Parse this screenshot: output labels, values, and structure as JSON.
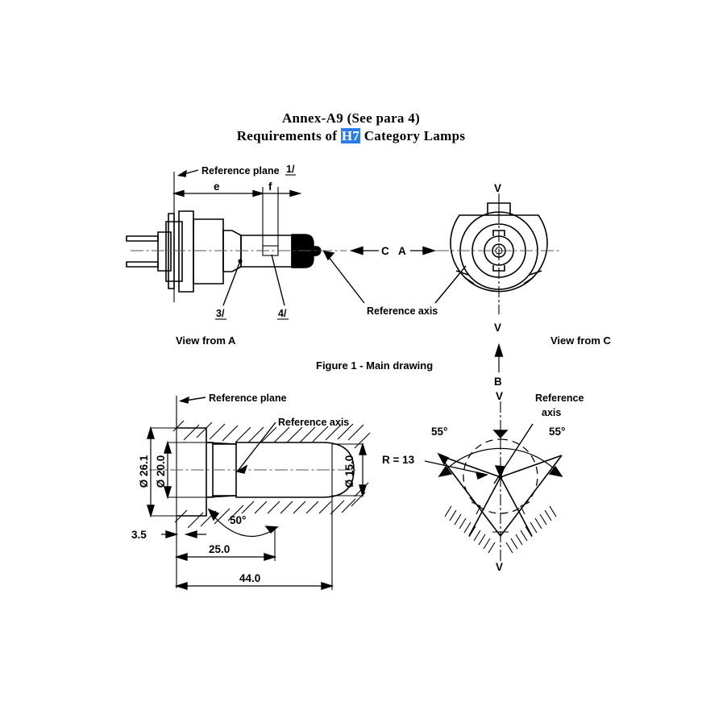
{
  "document": {
    "title_line1": "Annex-A9  (See para 4)",
    "title_line2_pre": "Requirements of ",
    "title_line2_highlight": "H7",
    "title_line2_post": " Category Lamps",
    "highlight_color": "#2a7de8",
    "background_color": "#ffffff",
    "line_color": "#000000"
  },
  "figure1": {
    "caption": "Figure 1 - Main drawing",
    "view_left_label": "View from A",
    "view_right_label": "View from C",
    "reference_plane_label": "Reference plane",
    "reference_axis_label": "Reference axis",
    "footnote_1": "1/",
    "footnote_3": "3/",
    "footnote_4": "4/",
    "dim_e": "e",
    "dim_f": "f",
    "axis_arrow_left": "C",
    "axis_arrow_right": "A",
    "marker_v_top": "V",
    "marker_v_bottom": "V",
    "marker_b": "B"
  },
  "figure_section": {
    "reference_plane_label": "Reference plane",
    "reference_axis_label": "Reference axis",
    "diameters": [
      {
        "name": "outer-flange-diameter",
        "value": "Ø 26.1"
      },
      {
        "name": "bore-diameter",
        "value": "Ø 20.0"
      },
      {
        "name": "bulb-envelope-diameter",
        "value": "Ø 15.0"
      }
    ],
    "linear_dims": [
      {
        "name": "flange-thickness",
        "value": "3.5"
      },
      {
        "name": "intermediate-length",
        "value": "25.0"
      },
      {
        "name": "overall-length",
        "value": "44.0"
      }
    ],
    "angle": "50°"
  },
  "figure_angles": {
    "reference_axis_label_line1": "Reference",
    "reference_axis_label_line2": "axis",
    "radius_label": "R = 13",
    "angle_left": "55°",
    "angle_right": "55°",
    "marker_v_top": "V",
    "marker_v_bottom": "V"
  }
}
